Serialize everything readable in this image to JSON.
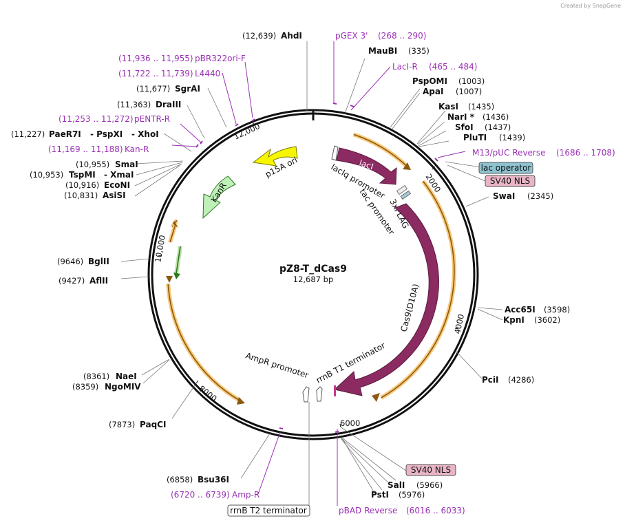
{
  "watermark": "Created by SnapGene",
  "plasmid": {
    "name": "pZ8-T_dCas9",
    "size": "12,687 bp"
  },
  "ticks": [
    "2000",
    "4000",
    "6000",
    "8000",
    "10,000",
    "12,000"
  ],
  "sites": {
    "ahdi": {
      "name": "AhdI",
      "pos": "(12,639)"
    },
    "maubi": {
      "name": "MauBI",
      "pos": "(335)"
    },
    "pspomi": {
      "name": "PspOMI",
      "pos": "(1003)"
    },
    "apai": {
      "name": "ApaI",
      "pos": "(1007)"
    },
    "kasi": {
      "name": "KasI",
      "pos": "(1435)"
    },
    "nari": {
      "name": "NarI *",
      "pos": "(1436)"
    },
    "sfoi": {
      "name": "SfoI",
      "pos": "(1437)"
    },
    "pluti": {
      "name": "PluTI",
      "pos": "(1439)"
    },
    "swai": {
      "name": "SwaI",
      "pos": "(2345)"
    },
    "acc65i": {
      "name": "Acc65I",
      "pos": "(3598)"
    },
    "kpni": {
      "name": "KpnI",
      "pos": "(3602)"
    },
    "pcli": {
      "name": "PciI",
      "pos": "(4286)"
    },
    "sali": {
      "name": "SalI",
      "pos": "(5966)"
    },
    "psti": {
      "name": "PstI",
      "pos": "(5976)"
    },
    "bsu36i": {
      "name": "Bsu36I",
      "pos": "(6858)"
    },
    "paqci": {
      "name": "PaqCI",
      "pos": "(7873)"
    },
    "naei": {
      "name": "NaeI",
      "pos": "(8361)"
    },
    "ngomiv": {
      "name": "NgoMIV",
      "pos": "(8359)"
    },
    "aflii": {
      "name": "AflII",
      "pos": "(9427)"
    },
    "bglii": {
      "name": "BglII",
      "pos": "(9646)"
    },
    "asisi": {
      "name": "AsiSI",
      "pos": "(10,831)"
    },
    "econi": {
      "name": "EcoNI",
      "pos": "(10,916)"
    },
    "tspmi": {
      "name": "TspMI",
      "pos": "(10,953)"
    },
    "xmai": {
      "name": "- XmaI"
    },
    "smai": {
      "name": "SmaI",
      "pos": "(10,955)"
    },
    "paer7i": {
      "name": "PaeR7I",
      "pos": "(11,227)"
    },
    "pspxi": {
      "name": "- PspXI"
    },
    "xhoi": {
      "name": "- XhoI"
    },
    "draiii": {
      "name": "DraIII",
      "pos": "(11,363)"
    },
    "sgrai": {
      "name": "SgrAI",
      "pos": "(11,677)"
    }
  },
  "primers": {
    "pgex3": {
      "name": "pGEX 3'",
      "range": "(268 .. 290)"
    },
    "laci_r": {
      "name": "LacI-R",
      "range": "(465 .. 484)"
    },
    "m13": {
      "name": "M13/pUC Reverse",
      "range": "(1686 .. 1708)"
    },
    "pbad": {
      "name": "pBAD Reverse",
      "range": "(6016 .. 6033)"
    },
    "amp_r": {
      "name": "Amp-R",
      "range": "(6720 .. 6739)"
    },
    "kan_r": {
      "name": "Kan-R",
      "range": "(11,169 .. 11,188)"
    },
    "pentr_r": {
      "name": "pENTR-R",
      "range": "(11,253 .. 11,272)"
    },
    "l4440": {
      "name": "L4440",
      "range": "(11,722 .. 11,739)"
    },
    "pbr322": {
      "name": "pBR322ori-F",
      "range": "(11,936 .. 11,955)"
    }
  },
  "boxed": {
    "lac_operator": "lac operator",
    "sv40_top": "SV40 NLS",
    "sv40_bottom": "SV40 NLS",
    "rrnb_t2": "rrnB T2 terminator"
  },
  "features": {
    "laci": "lacI",
    "laciq": "lacIq promoter",
    "tac": "tac promoter",
    "flag": "3xFLAG",
    "cas9": "Cas9(D10A)",
    "rrnb_t1": "rrnB T1 terminator",
    "ampr_promoter": "AmpR promoter",
    "p15a": "p15A ori",
    "kanr": "KanR"
  },
  "colors": {
    "backbone": "#111111",
    "cas9": "#8c2a62",
    "orf": "#ffd36e",
    "p15a": "#f6f600",
    "kanr": "#bff0b8",
    "primer": "#9b2fb6",
    "lac_operator_box": "#8fc2cf",
    "sv40_box": "#e8b4c6"
  }
}
